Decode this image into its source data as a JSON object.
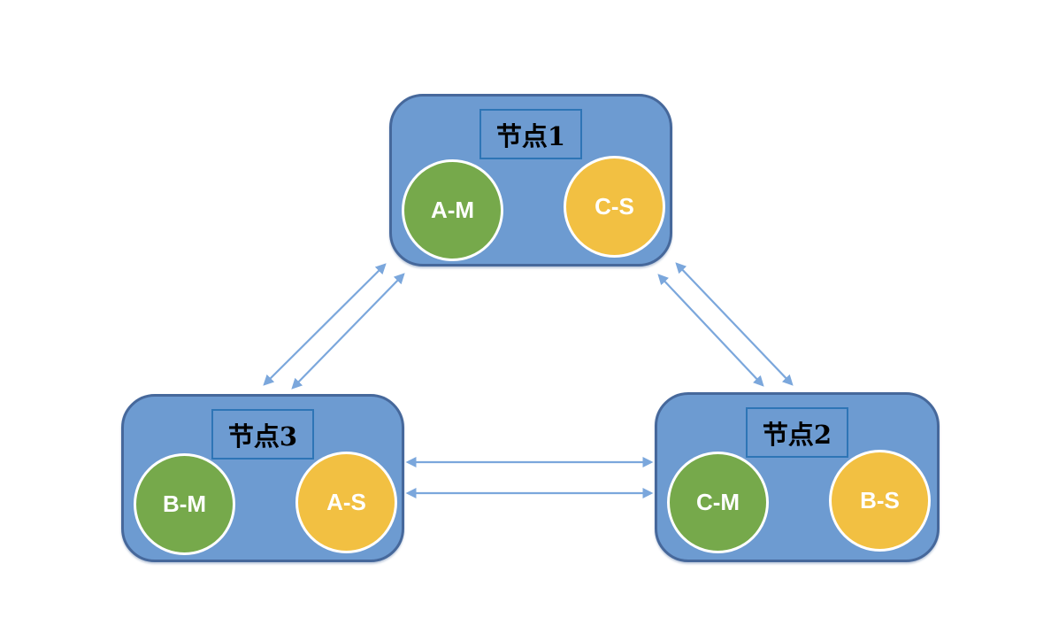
{
  "diagram": {
    "type": "cluster-topology",
    "nodes": [
      {
        "id": "node-1",
        "label": "节点1",
        "circles": [
          {
            "label": "A-M",
            "color": "green"
          },
          {
            "label": "C-S",
            "color": "orange"
          }
        ]
      },
      {
        "id": "node-3",
        "label": "节点3",
        "circles": [
          {
            "label": "B-M",
            "color": "green"
          },
          {
            "label": "A-S",
            "color": "orange"
          }
        ]
      },
      {
        "id": "node-2",
        "label": "节点2",
        "circles": [
          {
            "label": "C-M",
            "color": "green"
          },
          {
            "label": "B-S",
            "color": "orange"
          }
        ]
      }
    ],
    "connections": [
      {
        "from": "节点3",
        "to": "节点1",
        "bidirectional": true,
        "lines": 2
      },
      {
        "from": "节点2",
        "to": "节点1",
        "bidirectional": true,
        "lines": 2
      },
      {
        "from": "节点3",
        "to": "节点2",
        "bidirectional": true,
        "lines": 2
      }
    ],
    "colors": {
      "node_fill": "#6D9BD1",
      "node_border": "#46689B",
      "label_box_border": "#2E75B6",
      "master_circle": "#76A94B",
      "slave_circle": "#F2C042",
      "circle_border": "#ffffff",
      "circle_text": "#ffffff",
      "label_text": "#000000",
      "arrow": "#7BA7DC",
      "background": "#ffffff"
    }
  }
}
